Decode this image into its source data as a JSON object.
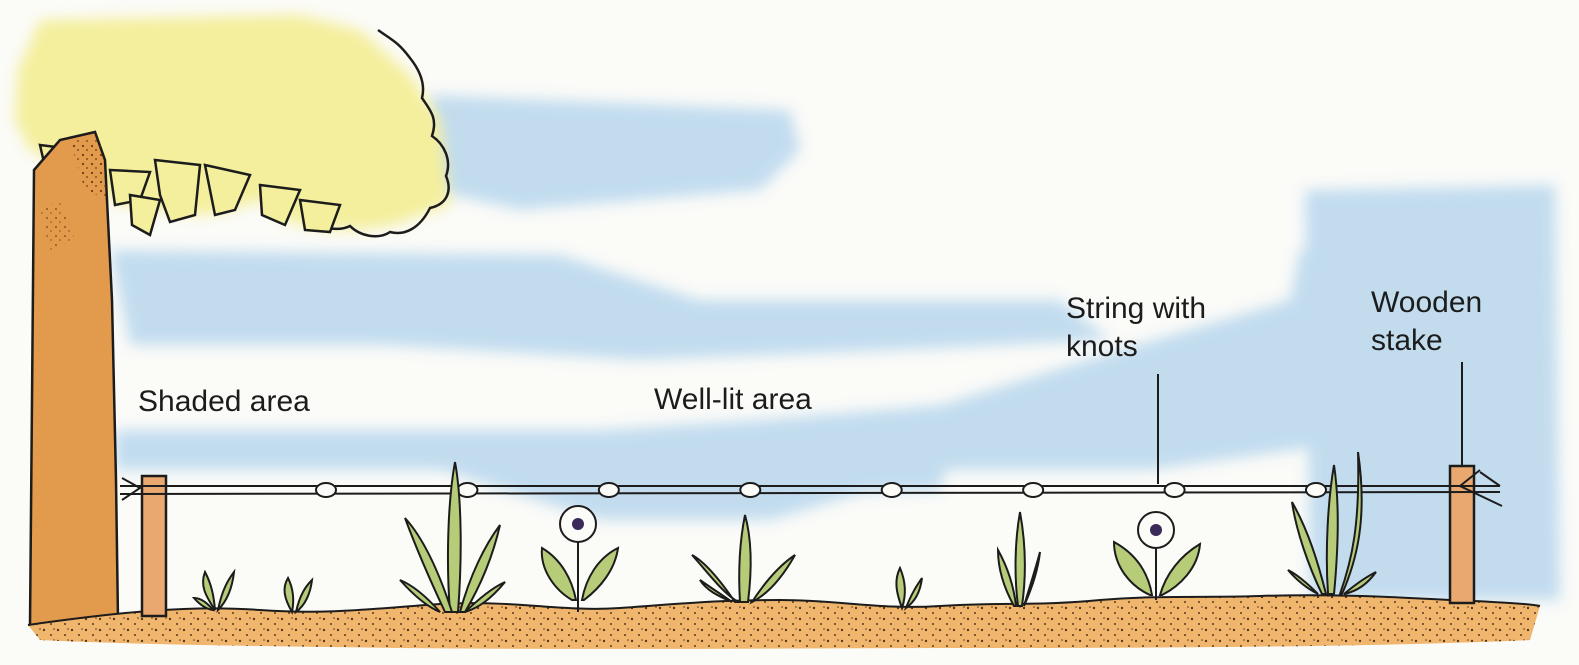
{
  "labels": {
    "shaded_area": "Shaded area",
    "well_lit_area": "Well-lit area",
    "string_line1": "String with",
    "string_line2": "knots",
    "stake_line1": "Wooden",
    "stake_line2": "stake"
  },
  "colors": {
    "sky": "#bcd9ee",
    "foliage": "#f4ef9c",
    "trunk": "#e29a4c",
    "stake": "#e8a870",
    "soil": "#f0b66e",
    "plant": "#b6cc78",
    "outline": "#1c1c1c"
  },
  "knot_count": 8
}
